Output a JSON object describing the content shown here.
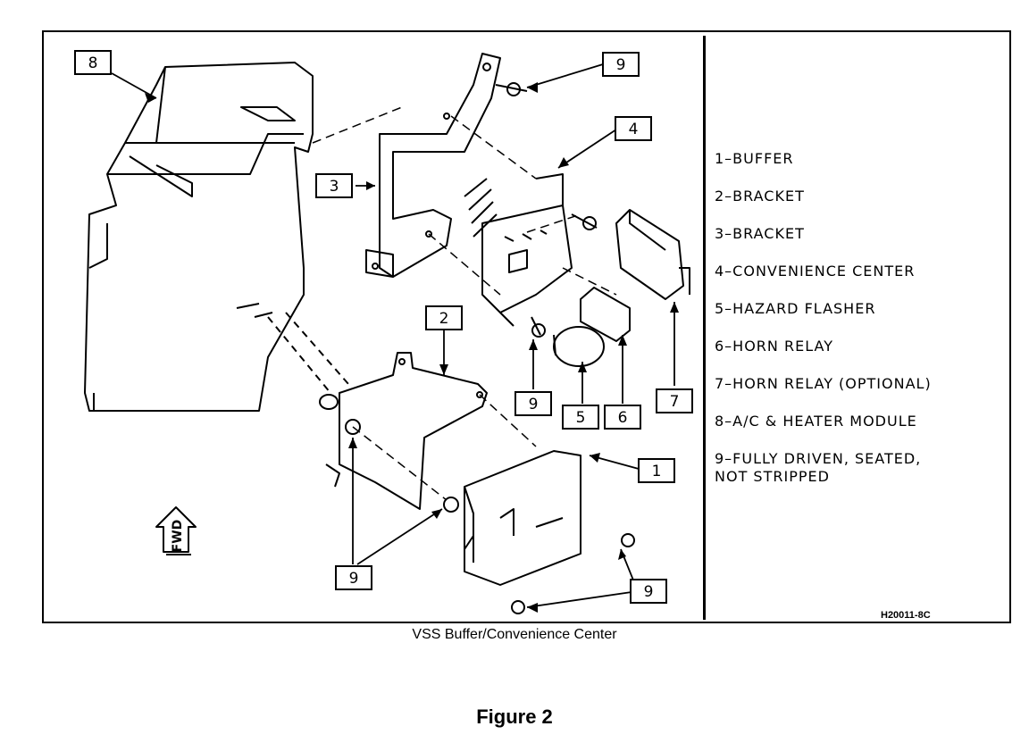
{
  "callouts": [
    "8",
    "3",
    "9",
    "4",
    "2",
    "9",
    "5",
    "6",
    "7",
    "1",
    "9",
    "9"
  ],
  "legend": [
    "1–BUFFER",
    "2–BRACKET",
    "3–BRACKET",
    "4–CONVENIENCE CENTER",
    "5–HAZARD FLASHER",
    "6–HORN RELAY",
    "7–HORN RELAY (OPTIONAL)",
    "8–A/C & HEATER MODULE",
    "9–FULLY DRIVEN, SEATED,\nNOT STRIPPED"
  ],
  "fwd_label": "FWD",
  "drawing_code": "H20011-8C",
  "caption": "VSS Buffer/Convenience Center",
  "figure_label": "Figure 2"
}
